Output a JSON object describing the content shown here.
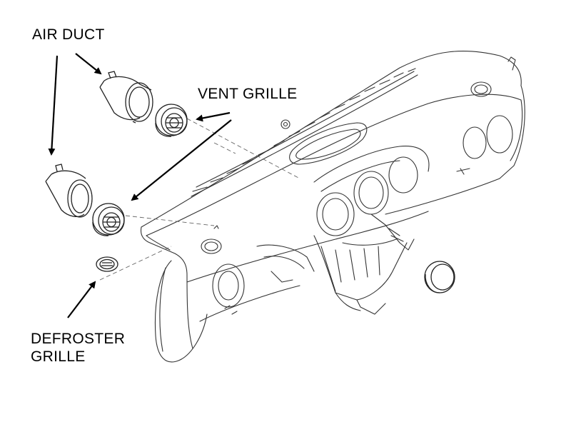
{
  "labels": {
    "air_duct": "AIR DUCT",
    "vent_grille": "VENT GRILLE",
    "defroster_line1": "DEFROSTER",
    "defroster_line2": "GRILLE"
  },
  "colors": {
    "line": "#000000",
    "outline": "#333333",
    "background": "#ffffff"
  }
}
